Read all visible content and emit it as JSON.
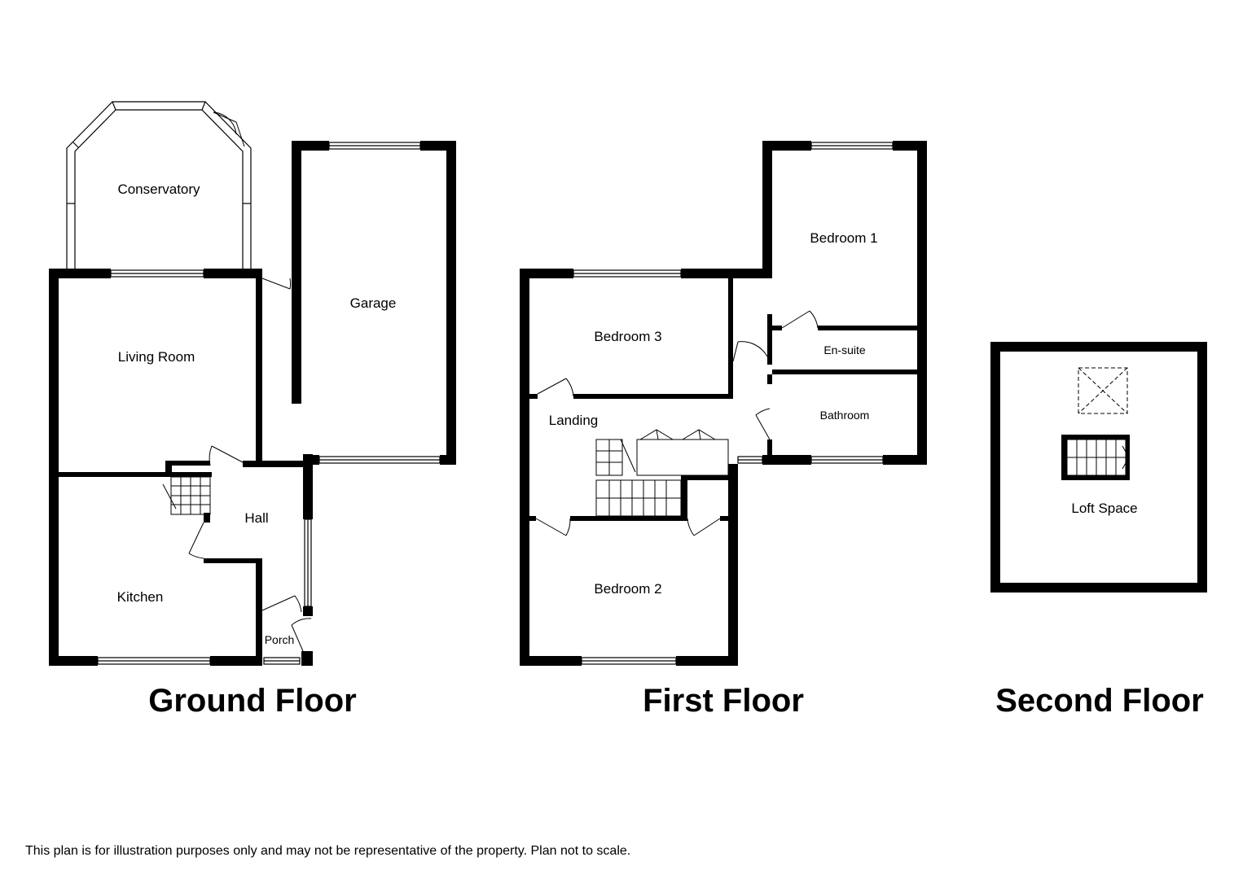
{
  "floors": {
    "ground": {
      "title": "Ground Floor",
      "rooms": {
        "conservatory": "Conservatory",
        "living_room": "Living Room",
        "garage": "Garage",
        "hall": "Hall",
        "kitchen": "Kitchen",
        "porch": "Porch"
      }
    },
    "first": {
      "title": "First Floor",
      "rooms": {
        "bedroom1": "Bedroom 1",
        "bedroom3": "Bedroom 3",
        "ensuite": "En-suite",
        "bathroom": "Bathroom",
        "landing": "Landing",
        "bedroom2": "Bedroom 2"
      }
    },
    "second": {
      "title": "Second Floor",
      "rooms": {
        "loft": "Loft Space"
      }
    }
  },
  "disclaimer": "This plan is for illustration purposes only and may not be representative of the property. Plan not to scale.",
  "colors": {
    "wall": "#000000",
    "background": "#ffffff"
  }
}
